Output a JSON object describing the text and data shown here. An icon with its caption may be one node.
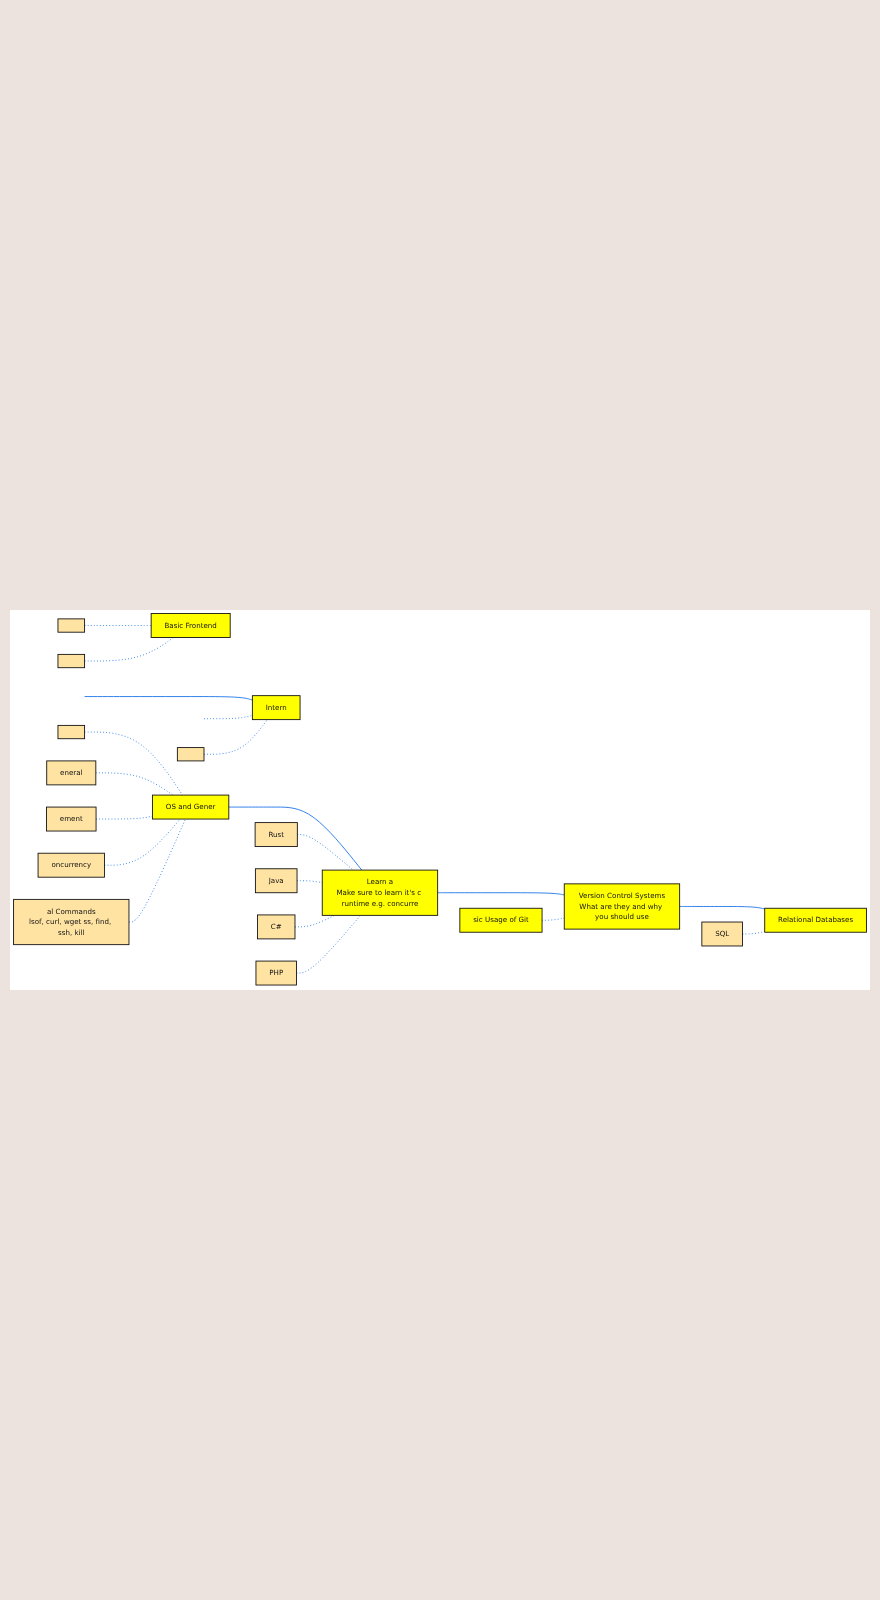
{
  "diagram": {
    "nodes": [
      {
        "text": [
          "Intern"
        ]
      },
      {
        "text": [
          "Basic Frontend"
        ]
      },
      {
        "text": [],
        "shape": "box"
      },
      {
        "text": [],
        "shape": "box"
      },
      {
        "text": [],
        "shape": "box"
      },
      {
        "text": [
          "OS and Gener"
        ]
      },
      {
        "text": [],
        "shape": "box"
      },
      {
        "text": [
          "eneral"
        ]
      },
      {
        "text": [
          "ement"
        ]
      },
      {
        "text": [
          "oncurrency"
        ]
      },
      {
        "text": [
          "al Commands",
          "lsof, curl, wget ss, find, ssh, kill"
        ]
      },
      {
        "text": [
          "Rust"
        ]
      },
      {
        "text": [
          "Learn a",
          "Make sure to learn it's c runtime e.g. concurre"
        ]
      },
      {
        "text": [
          "Java"
        ]
      },
      {
        "text": [
          "C#"
        ]
      },
      {
        "text": [
          "PHP"
        ]
      },
      {
        "text": [
          "Version Control Systems",
          "What are they and why you should use"
        ]
      },
      {
        "text": [
          "sic Usage of Git"
        ]
      },
      {
        "text": [
          "Relational Databases"
        ]
      },
      {
        "text": [
          "SQL"
        ]
      }
    ],
    "edges": [
      {
        "from": null,
        "to": 0,
        "arrow": "none"
      },
      {
        "from": null,
        "to": 0,
        "arrow": "none",
        "style": "dashed"
      },
      {
        "from": 2,
        "to": 0,
        "arrow": "none",
        "style": "dashed"
      },
      {
        "from": 3,
        "to": 1,
        "arrow": "none",
        "style": "dashed"
      },
      {
        "from": 4,
        "to": 1,
        "arrow": "none",
        "style": "dashed"
      },
      {
        "from": 6,
        "to": 5,
        "arrow": "none",
        "style": "dashed"
      },
      {
        "from": 7,
        "to": 5,
        "arrow": "none",
        "style": "dashed"
      },
      {
        "from": 8,
        "to": 5,
        "arrow": "none",
        "style": "dashed"
      },
      {
        "from": 9,
        "to": 5,
        "arrow": "none",
        "style": "dashed"
      },
      {
        "from": 10,
        "to": 5,
        "arrow": "none",
        "style": "dashed"
      },
      {
        "from": 5,
        "to": 12,
        "arrow": "none"
      },
      {
        "from": 11,
        "to": 12,
        "arrow": "none",
        "style": "dashed"
      },
      {
        "from": 13,
        "to": 12,
        "arrow": "none",
        "style": "dashed"
      },
      {
        "from": 14,
        "to": 12,
        "arrow": "none",
        "style": "dashed"
      },
      {
        "from": 15,
        "to": 12,
        "arrow": "none",
        "style": "dashed"
      },
      {
        "from": 12,
        "to": 16,
        "arrow": "none"
      },
      {
        "from": 17,
        "to": 16,
        "arrow": "none",
        "style": "dashed"
      },
      {
        "from": 16,
        "to": 18,
        "arrow": "none"
      },
      {
        "from": 19,
        "to": 18,
        "arrow": "none",
        "style": "dashed"
      }
    ]
  }
}
